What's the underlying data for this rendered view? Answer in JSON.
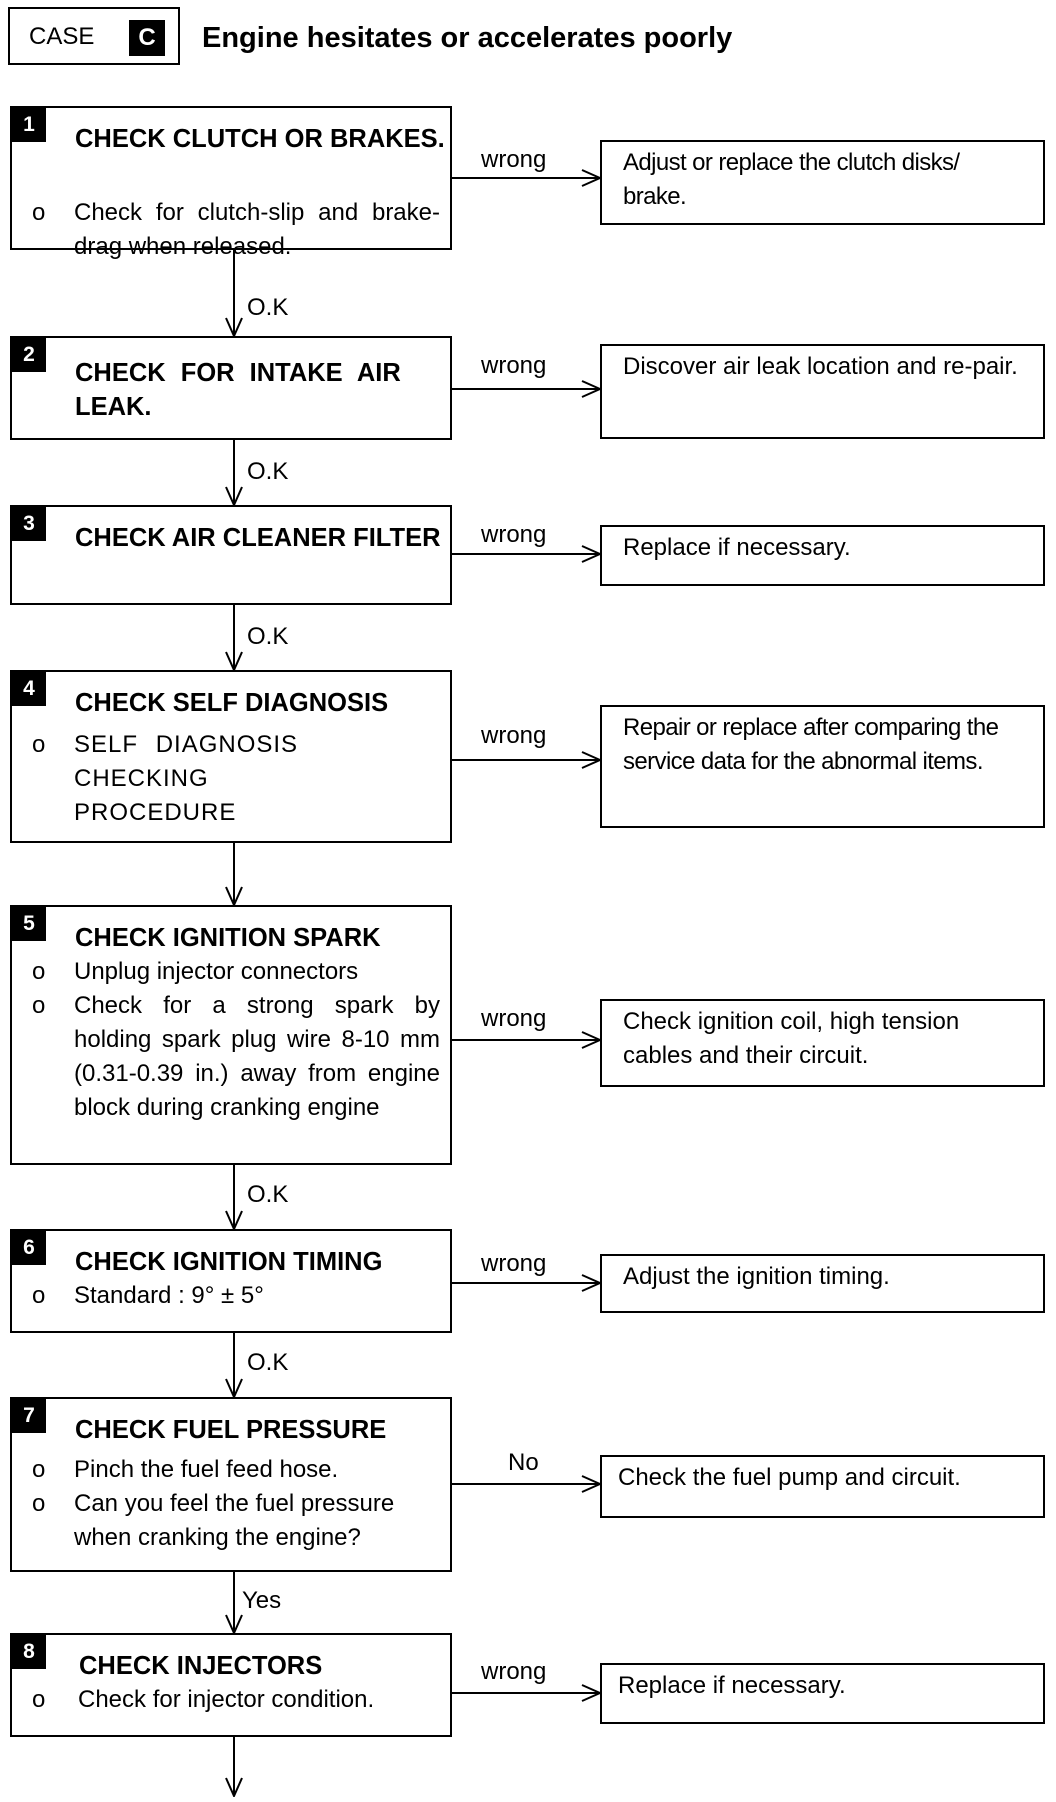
{
  "header": {
    "case_label": "CASE",
    "case_letter": "C",
    "title": "Engine hesitates or accelerates poorly"
  },
  "steps": [
    {
      "number": "1",
      "title": "CHECK CLUTCH OR BRAKES.",
      "bullets": [
        "Check for clutch-slip and brake-drag when released."
      ],
      "branch_label": "wrong",
      "action": "Adjust or replace the clutch disks/ brake.",
      "next_label": "O.K"
    },
    {
      "number": "2",
      "title": "CHECK FOR INTAKE AIR LEAK.",
      "bullets": [],
      "branch_label": "wrong",
      "action": "Discover air leak location and re-pair.",
      "next_label": "O.K"
    },
    {
      "number": "3",
      "title": "CHECK AIR CLEANER FILTER",
      "bullets": [],
      "branch_label": "wrong",
      "action": "Replace if necessary.",
      "next_label": "O.K"
    },
    {
      "number": "4",
      "title": "CHECK SELF DIAGNOSIS",
      "bullets": [
        "SELF DIAGNOSIS CHECKING PROCEDURE"
      ],
      "branch_label": "wrong",
      "action": "Repair or replace after comparing the service data for the abnormal items.",
      "next_label": ""
    },
    {
      "number": "5",
      "title": "CHECK IGNITION SPARK",
      "bullets": [
        "Unplug injector connectors",
        "Check for a strong spark by holding spark plug wire 8-10 mm (0.31-0.39 in.) away from engine block during cranking engine"
      ],
      "branch_label": "wrong",
      "action": "Check ignition coil, high tension cables and their circuit.",
      "next_label": "O.K"
    },
    {
      "number": "6",
      "title": "CHECK IGNITION TIMING",
      "bullets": [
        "Standard : 9° ± 5°"
      ],
      "branch_label": "wrong",
      "action": "Adjust the ignition timing.",
      "next_label": "O.K"
    },
    {
      "number": "7",
      "title": "CHECK FUEL PRESSURE",
      "bullets": [
        "Pinch the fuel feed hose.",
        "Can you feel the fuel pressure when cranking the engine?"
      ],
      "branch_label": "No",
      "action": "Check the fuel pump and circuit.",
      "next_label": "Yes"
    },
    {
      "number": "8",
      "title": "CHECK INJECTORS",
      "bullets": [
        "Check for injector condition."
      ],
      "branch_label": "wrong",
      "action": "Replace if necessary.",
      "next_label": ""
    }
  ],
  "bullet_marker": "o"
}
